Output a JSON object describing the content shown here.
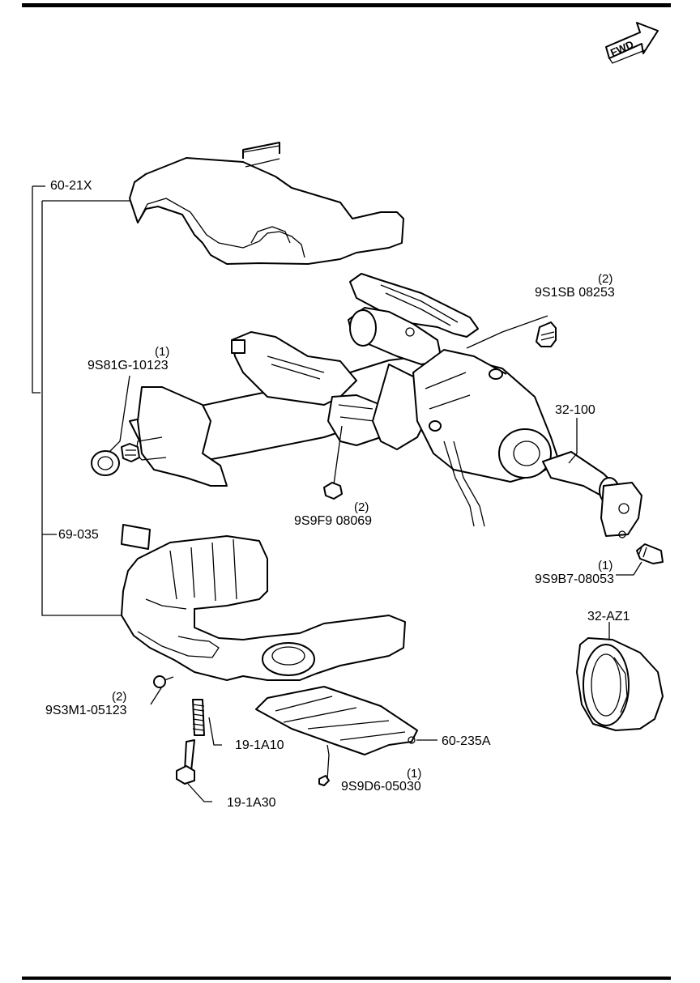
{
  "fwd_label": "FWD",
  "parts": {
    "p60_21x": {
      "code": "60-21X"
    },
    "p9s1sb": {
      "qty": "(2)",
      "code": "9S1SB 08253"
    },
    "p9s81g": {
      "qty": "(1)",
      "code": "9S81G-10123"
    },
    "p32_100": {
      "code": "32-100"
    },
    "p9s9f9": {
      "qty": "(2)",
      "code": "9S9F9 08069"
    },
    "p69_035": {
      "code": "69-035"
    },
    "p9s9b7": {
      "qty": "(1)",
      "code": "9S9B7-08053"
    },
    "p32_az1": {
      "code": "32-AZ1"
    },
    "p9s3m1": {
      "qty": "(2)",
      "code": "9S3M1-05123"
    },
    "p19_1a10": {
      "code": "19-1A10"
    },
    "p60_235a": {
      "code": "60-235A"
    },
    "p9s9d6": {
      "qty": "(1)",
      "code": "9S9D6-05030"
    },
    "p19_1a30": {
      "code": "19-1A30"
    }
  }
}
